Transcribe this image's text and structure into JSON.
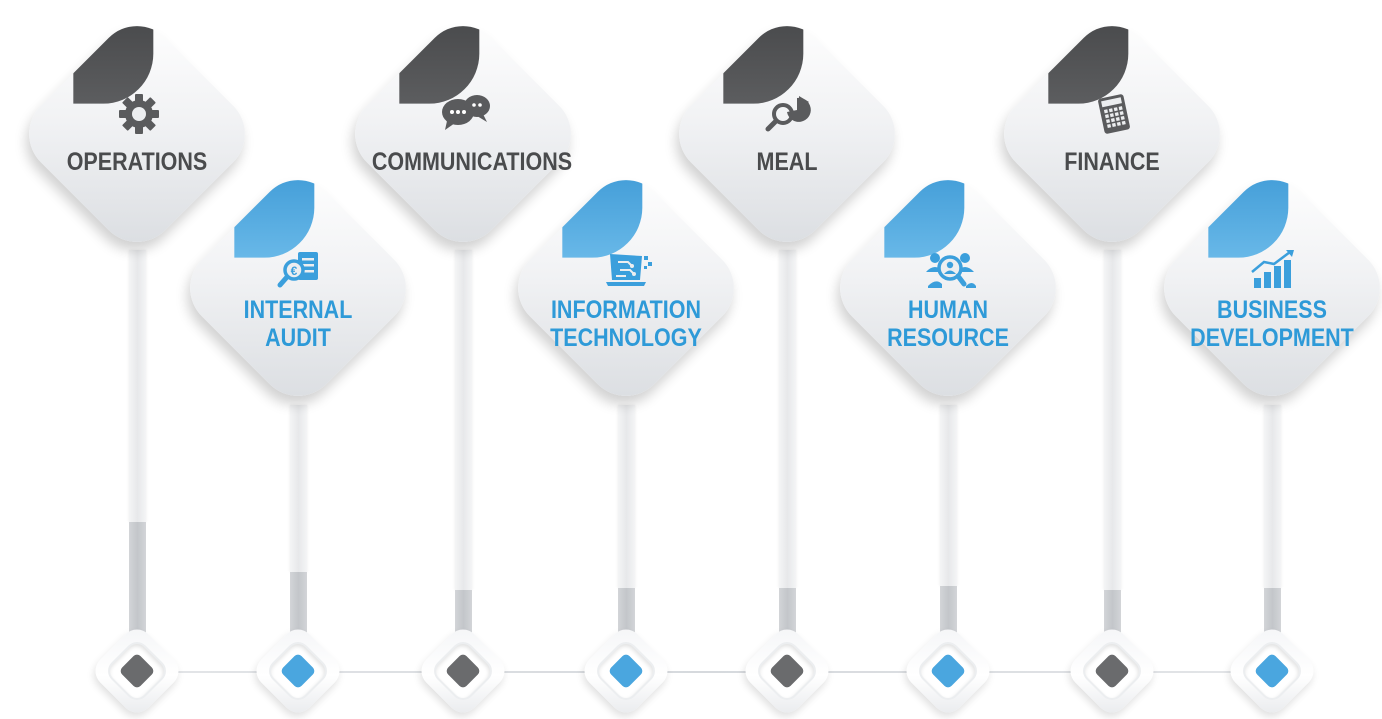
{
  "colors": {
    "dark_accent": "#5a5b5d",
    "blue_accent": "#3b9fdc",
    "card_face": "#eef0f2",
    "connector": "#d8dbde"
  },
  "departments": [
    {
      "id": "operations",
      "label": "OPERATIONS",
      "icon": "gear-icon",
      "theme": "dark"
    },
    {
      "id": "internal-audit",
      "label": "INTERNAL\nAUDIT",
      "icon": "audit-document-icon",
      "theme": "blue"
    },
    {
      "id": "communications",
      "label": "COMMUNICATIONS",
      "icon": "chat-bubbles-icon",
      "theme": "dark"
    },
    {
      "id": "information-technology",
      "label": "INFORMATION\nTECHNOLOGY",
      "icon": "circuit-laptop-icon",
      "theme": "blue"
    },
    {
      "id": "meal",
      "label": "MEAL",
      "icon": "magnifier-pie-chart-icon",
      "theme": "dark"
    },
    {
      "id": "human-resource",
      "label": "HUMAN\nRESOURCE",
      "icon": "people-search-icon",
      "theme": "blue"
    },
    {
      "id": "finance",
      "label": "FINANCE",
      "icon": "calculator-icon",
      "theme": "dark"
    },
    {
      "id": "business-development",
      "label": "BUSINESS\nDEVELOPMENT",
      "icon": "growth-chart-icon",
      "theme": "blue"
    }
  ]
}
